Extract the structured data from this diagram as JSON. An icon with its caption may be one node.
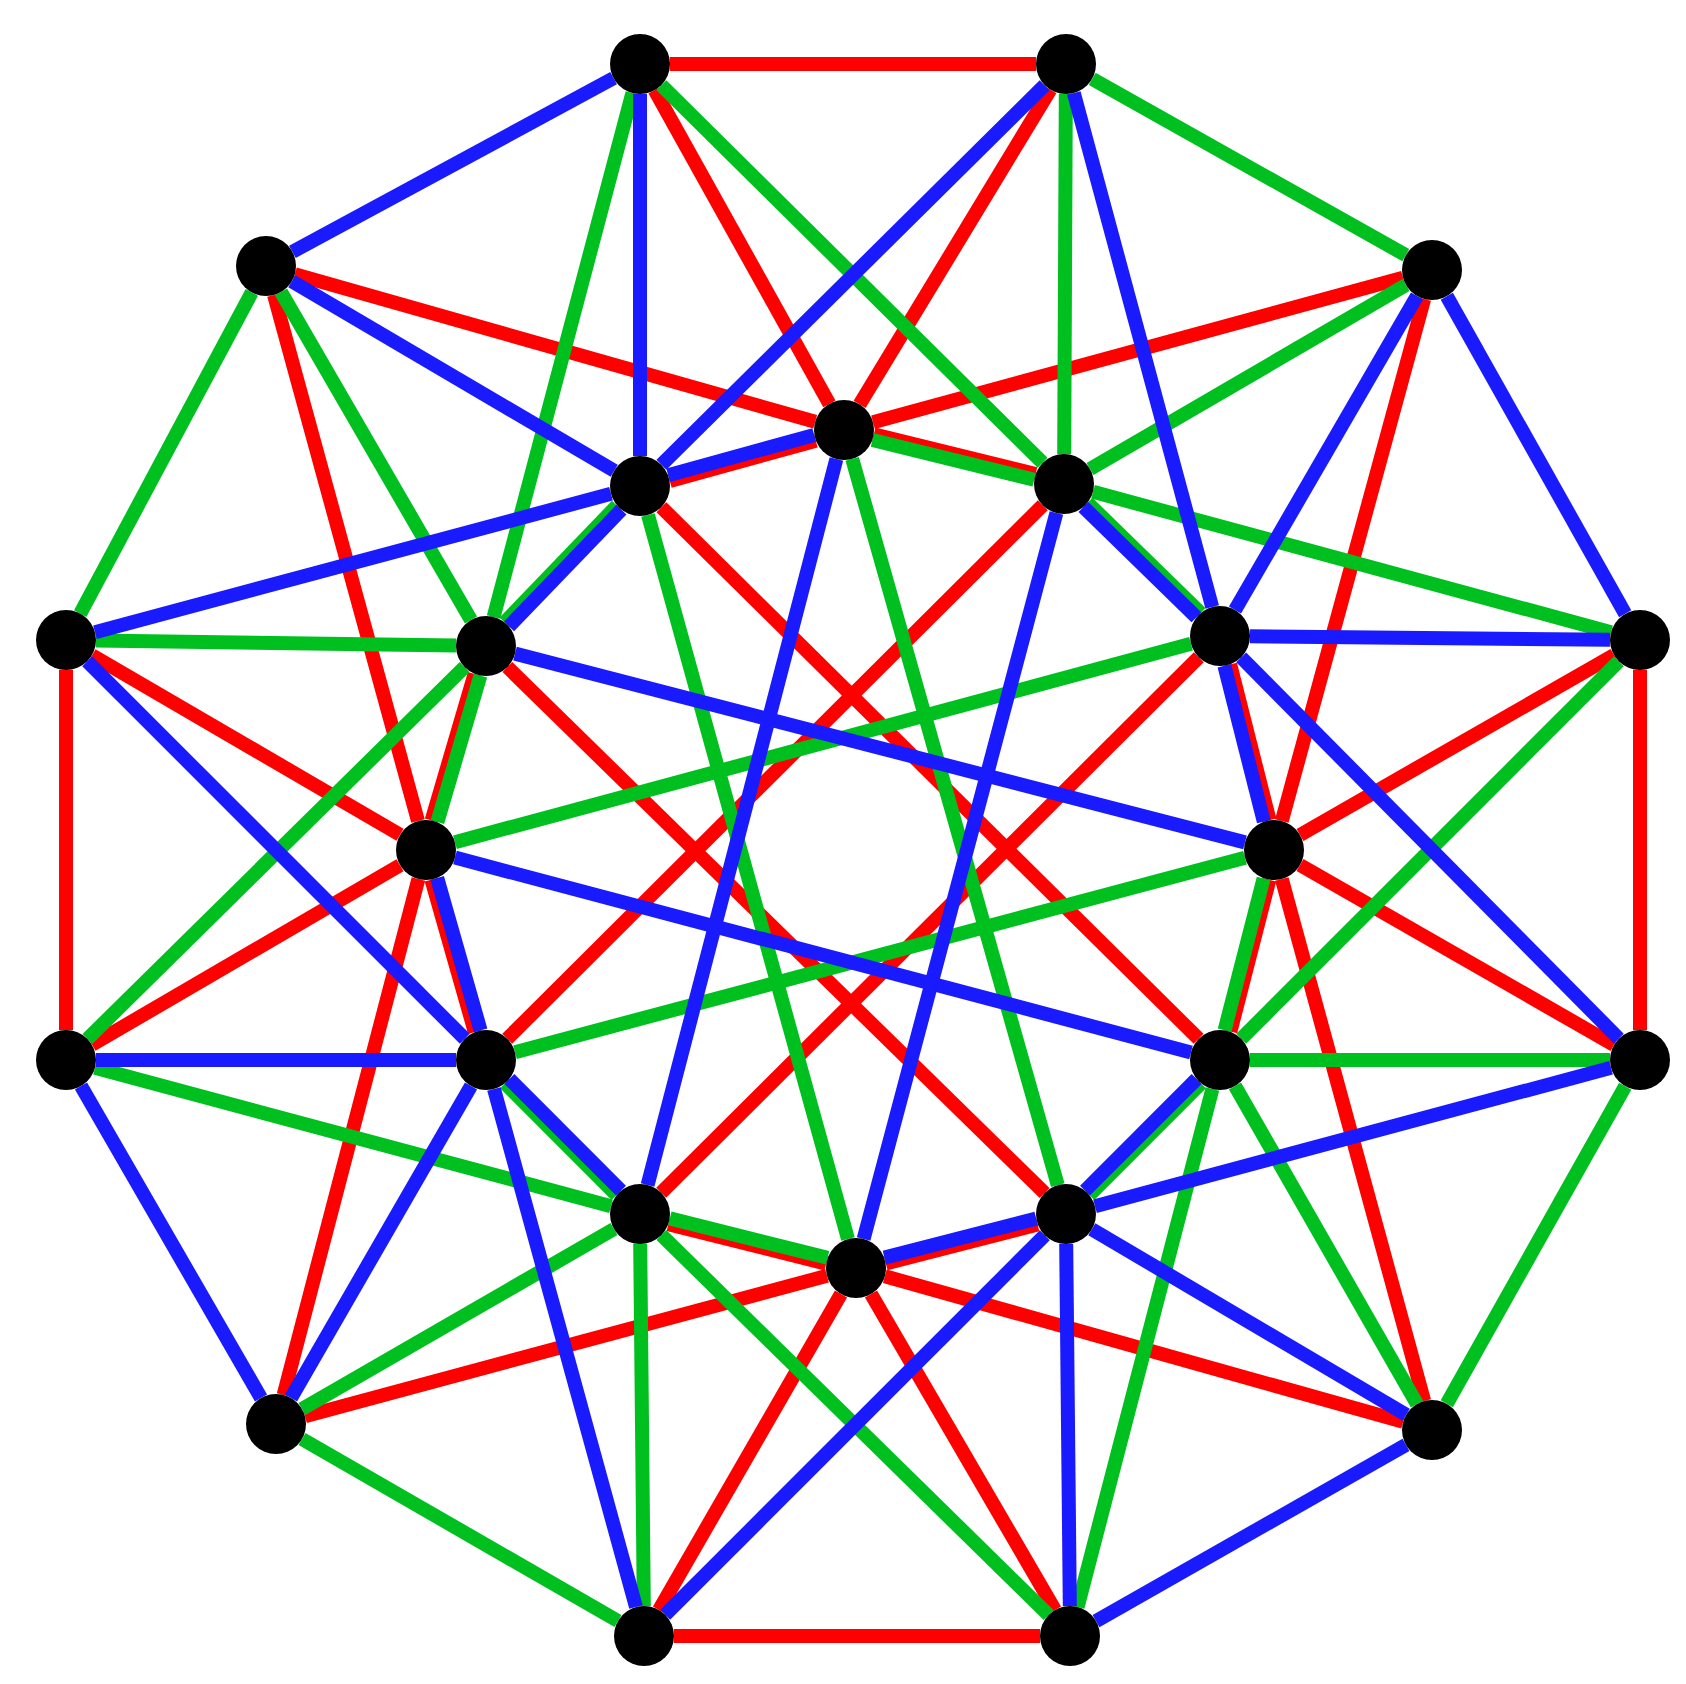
{
  "diagram": {
    "nodes": [
      {
        "text": [],
        "shape": "circle"
      },
      {
        "text": [],
        "shape": "circle"
      },
      {
        "text": [],
        "shape": "circle"
      },
      {
        "text": [],
        "shape": "circle"
      },
      {
        "text": [],
        "shape": "circle"
      },
      {
        "text": [],
        "shape": "circle"
      },
      {
        "text": [],
        "shape": "circle"
      },
      {
        "text": [],
        "shape": "circle"
      },
      {
        "text": [],
        "shape": "circle"
      },
      {
        "text": [],
        "shape": "circle"
      },
      {
        "text": [],
        "shape": "circle"
      },
      {
        "text": [],
        "shape": "circle"
      },
      {
        "text": [],
        "shape": "circle"
      },
      {
        "text": [],
        "shape": "circle"
      },
      {
        "text": [],
        "shape": "circle"
      },
      {
        "text": [],
        "shape": "circle"
      },
      {
        "text": [],
        "shape": "circle"
      },
      {
        "text": [],
        "shape": "circle"
      },
      {
        "text": [],
        "shape": "circle"
      },
      {
        "text": [],
        "shape": "circle"
      },
      {
        "text": [],
        "shape": "circle"
      },
      {
        "text": [],
        "shape": "circle"
      },
      {
        "text": [],
        "shape": "circle"
      },
      {
        "text": [],
        "shape": "circle"
      }
    ],
    "edges": [
      {
        "from": 0,
        "to": 1,
        "arrow": "none",
        "color": "#ff0000"
      },
      {
        "from": 3,
        "to": 4,
        "arrow": "none",
        "color": "#ff0000"
      },
      {
        "from": 6,
        "to": 7,
        "arrow": "none",
        "color": "#ff0000"
      },
      {
        "from": 9,
        "to": 10,
        "arrow": "none",
        "color": "#ff0000"
      },
      {
        "from": 0,
        "to": 12,
        "arrow": "none",
        "color": "#ff0000"
      },
      {
        "from": 3,
        "to": 15,
        "arrow": "none",
        "color": "#ff0000"
      },
      {
        "from": 6,
        "to": 18,
        "arrow": "none",
        "color": "#ff0000"
      },
      {
        "from": 9,
        "to": 21,
        "arrow": "none",
        "color": "#ff0000"
      },
      {
        "from": 1,
        "to": 12,
        "arrow": "none",
        "color": "#ff0000"
      },
      {
        "from": 4,
        "to": 15,
        "arrow": "none",
        "color": "#ff0000"
      },
      {
        "from": 7,
        "to": 18,
        "arrow": "none",
        "color": "#ff0000"
      },
      {
        "from": 10,
        "to": 21,
        "arrow": "none",
        "color": "#ff0000"
      },
      {
        "from": 2,
        "to": 12,
        "arrow": "none",
        "color": "#ff0000"
      },
      {
        "from": 12,
        "to": 23,
        "arrow": "none",
        "color": "#ff0000"
      },
      {
        "from": 5,
        "to": 15,
        "arrow": "none",
        "color": "#ff0000"
      },
      {
        "from": 15,
        "to": 14,
        "arrow": "none",
        "color": "#ff0000"
      },
      {
        "from": 8,
        "to": 18,
        "arrow": "none",
        "color": "#ff0000"
      },
      {
        "from": 18,
        "to": 17,
        "arrow": "none",
        "color": "#ff0000"
      },
      {
        "from": 11,
        "to": 21,
        "arrow": "none",
        "color": "#ff0000"
      },
      {
        "from": 21,
        "to": 20,
        "arrow": "none",
        "color": "#ff0000"
      },
      {
        "from": 2,
        "to": 15,
        "arrow": "none",
        "color": "#ff0000"
      },
      {
        "from": 15,
        "to": 16,
        "arrow": "none",
        "color": "#ff0000"
      },
      {
        "from": 5,
        "to": 18,
        "arrow": "none",
        "color": "#ff0000"
      },
      {
        "from": 18,
        "to": 19,
        "arrow": "none",
        "color": "#ff0000"
      },
      {
        "from": 8,
        "to": 21,
        "arrow": "none",
        "color": "#ff0000"
      },
      {
        "from": 21,
        "to": 22,
        "arrow": "none",
        "color": "#ff0000"
      },
      {
        "from": 11,
        "to": 12,
        "arrow": "none",
        "color": "#ff0000"
      },
      {
        "from": 12,
        "to": 13,
        "arrow": "none",
        "color": "#ff0000"
      },
      {
        "from": 13,
        "to": 20,
        "arrow": "none",
        "color": "#ff0000"
      },
      {
        "from": 16,
        "to": 23,
        "arrow": "none",
        "color": "#ff0000"
      },
      {
        "from": 19,
        "to": 14,
        "arrow": "none",
        "color": "#ff0000"
      },
      {
        "from": 22,
        "to": 17,
        "arrow": "none",
        "color": "#ff0000"
      },
      {
        "from": 1,
        "to": 2,
        "arrow": "none",
        "color": "#00c020"
      },
      {
        "from": 4,
        "to": 5,
        "arrow": "none",
        "color": "#00c020"
      },
      {
        "from": 7,
        "to": 8,
        "arrow": "none",
        "color": "#00c020"
      },
      {
        "from": 10,
        "to": 11,
        "arrow": "none",
        "color": "#00c020"
      },
      {
        "from": 0,
        "to": 13,
        "arrow": "none",
        "color": "#00c020"
      },
      {
        "from": 13,
        "to": 14,
        "arrow": "none",
        "color": "#00c020"
      },
      {
        "from": 3,
        "to": 16,
        "arrow": "none",
        "color": "#00c020"
      },
      {
        "from": 16,
        "to": 17,
        "arrow": "none",
        "color": "#00c020"
      },
      {
        "from": 6,
        "to": 19,
        "arrow": "none",
        "color": "#00c020"
      },
      {
        "from": 19,
        "to": 20,
        "arrow": "none",
        "color": "#00c020"
      },
      {
        "from": 9,
        "to": 22,
        "arrow": "none",
        "color": "#00c020"
      },
      {
        "from": 22,
        "to": 23,
        "arrow": "none",
        "color": "#00c020"
      },
      {
        "from": 0,
        "to": 22,
        "arrow": "none",
        "color": "#00c020"
      },
      {
        "from": 22,
        "to": 21,
        "arrow": "none",
        "color": "#00c020"
      },
      {
        "from": 3,
        "to": 13,
        "arrow": "none",
        "color": "#00c020"
      },
      {
        "from": 13,
        "to": 12,
        "arrow": "none",
        "color": "#00c020"
      },
      {
        "from": 6,
        "to": 16,
        "arrow": "none",
        "color": "#00c020"
      },
      {
        "from": 16,
        "to": 15,
        "arrow": "none",
        "color": "#00c020"
      },
      {
        "from": 9,
        "to": 19,
        "arrow": "none",
        "color": "#00c020"
      },
      {
        "from": 19,
        "to": 18,
        "arrow": "none",
        "color": "#00c020"
      },
      {
        "from": 1,
        "to": 13,
        "arrow": "none",
        "color": "#00c020"
      },
      {
        "from": 4,
        "to": 16,
        "arrow": "none",
        "color": "#00c020"
      },
      {
        "from": 7,
        "to": 19,
        "arrow": "none",
        "color": "#00c020"
      },
      {
        "from": 10,
        "to": 22,
        "arrow": "none",
        "color": "#00c020"
      },
      {
        "from": 2,
        "to": 13,
        "arrow": "none",
        "color": "#00c020"
      },
      {
        "from": 5,
        "to": 16,
        "arrow": "none",
        "color": "#00c020"
      },
      {
        "from": 8,
        "to": 19,
        "arrow": "none",
        "color": "#00c020"
      },
      {
        "from": 11,
        "to": 22,
        "arrow": "none",
        "color": "#00c020"
      },
      {
        "from": 12,
        "to": 17,
        "arrow": "none",
        "color": "#00c020"
      },
      {
        "from": 15,
        "to": 20,
        "arrow": "none",
        "color": "#00c020"
      },
      {
        "from": 18,
        "to": 23,
        "arrow": "none",
        "color": "#00c020"
      },
      {
        "from": 21,
        "to": 14,
        "arrow": "none",
        "color": "#00c020"
      },
      {
        "from": 2,
        "to": 3,
        "arrow": "none",
        "color": "#1a1aff"
      },
      {
        "from": 5,
        "to": 6,
        "arrow": "none",
        "color": "#1a1aff"
      },
      {
        "from": 8,
        "to": 9,
        "arrow": "none",
        "color": "#1a1aff"
      },
      {
        "from": 11,
        "to": 0,
        "arrow": "none",
        "color": "#1a1aff"
      },
      {
        "from": 0,
        "to": 23,
        "arrow": "none",
        "color": "#1a1aff"
      },
      {
        "from": 3,
        "to": 14,
        "arrow": "none",
        "color": "#1a1aff"
      },
      {
        "from": 6,
        "to": 17,
        "arrow": "none",
        "color": "#1a1aff"
      },
      {
        "from": 9,
        "to": 20,
        "arrow": "none",
        "color": "#1a1aff"
      },
      {
        "from": 1,
        "to": 23,
        "arrow": "none",
        "color": "#1a1aff"
      },
      {
        "from": 23,
        "to": 22,
        "arrow": "none",
        "color": "#1a1aff"
      },
      {
        "from": 4,
        "to": 14,
        "arrow": "none",
        "color": "#1a1aff"
      },
      {
        "from": 14,
        "to": 13,
        "arrow": "none",
        "color": "#1a1aff"
      },
      {
        "from": 7,
        "to": 17,
        "arrow": "none",
        "color": "#1a1aff"
      },
      {
        "from": 17,
        "to": 16,
        "arrow": "none",
        "color": "#1a1aff"
      },
      {
        "from": 10,
        "to": 20,
        "arrow": "none",
        "color": "#1a1aff"
      },
      {
        "from": 20,
        "to": 19,
        "arrow": "none",
        "color": "#1a1aff"
      },
      {
        "from": 1,
        "to": 14,
        "arrow": "none",
        "color": "#1a1aff"
      },
      {
        "from": 14,
        "to": 15,
        "arrow": "none",
        "color": "#1a1aff"
      },
      {
        "from": 4,
        "to": 17,
        "arrow": "none",
        "color": "#1a1aff"
      },
      {
        "from": 17,
        "to": 18,
        "arrow": "none",
        "color": "#1a1aff"
      },
      {
        "from": 7,
        "to": 20,
        "arrow": "none",
        "color": "#1a1aff"
      },
      {
        "from": 20,
        "to": 21,
        "arrow": "none",
        "color": "#1a1aff"
      },
      {
        "from": 10,
        "to": 23,
        "arrow": "none",
        "color": "#1a1aff"
      },
      {
        "from": 23,
        "to": 12,
        "arrow": "none",
        "color": "#1a1aff"
      },
      {
        "from": 2,
        "to": 14,
        "arrow": "none",
        "color": "#1a1aff"
      },
      {
        "from": 5,
        "to": 17,
        "arrow": "none",
        "color": "#1a1aff"
      },
      {
        "from": 8,
        "to": 20,
        "arrow": "none",
        "color": "#1a1aff"
      },
      {
        "from": 11,
        "to": 23,
        "arrow": "none",
        "color": "#1a1aff"
      },
      {
        "from": 12,
        "to": 19,
        "arrow": "none",
        "color": "#1a1aff"
      },
      {
        "from": 15,
        "to": 22,
        "arrow": "none",
        "color": "#1a1aff"
      },
      {
        "from": 18,
        "to": 13,
        "arrow": "none",
        "color": "#1a1aff"
      },
      {
        "from": 21,
        "to": 16,
        "arrow": "none",
        "color": "#1a1aff"
      }
    ]
  }
}
